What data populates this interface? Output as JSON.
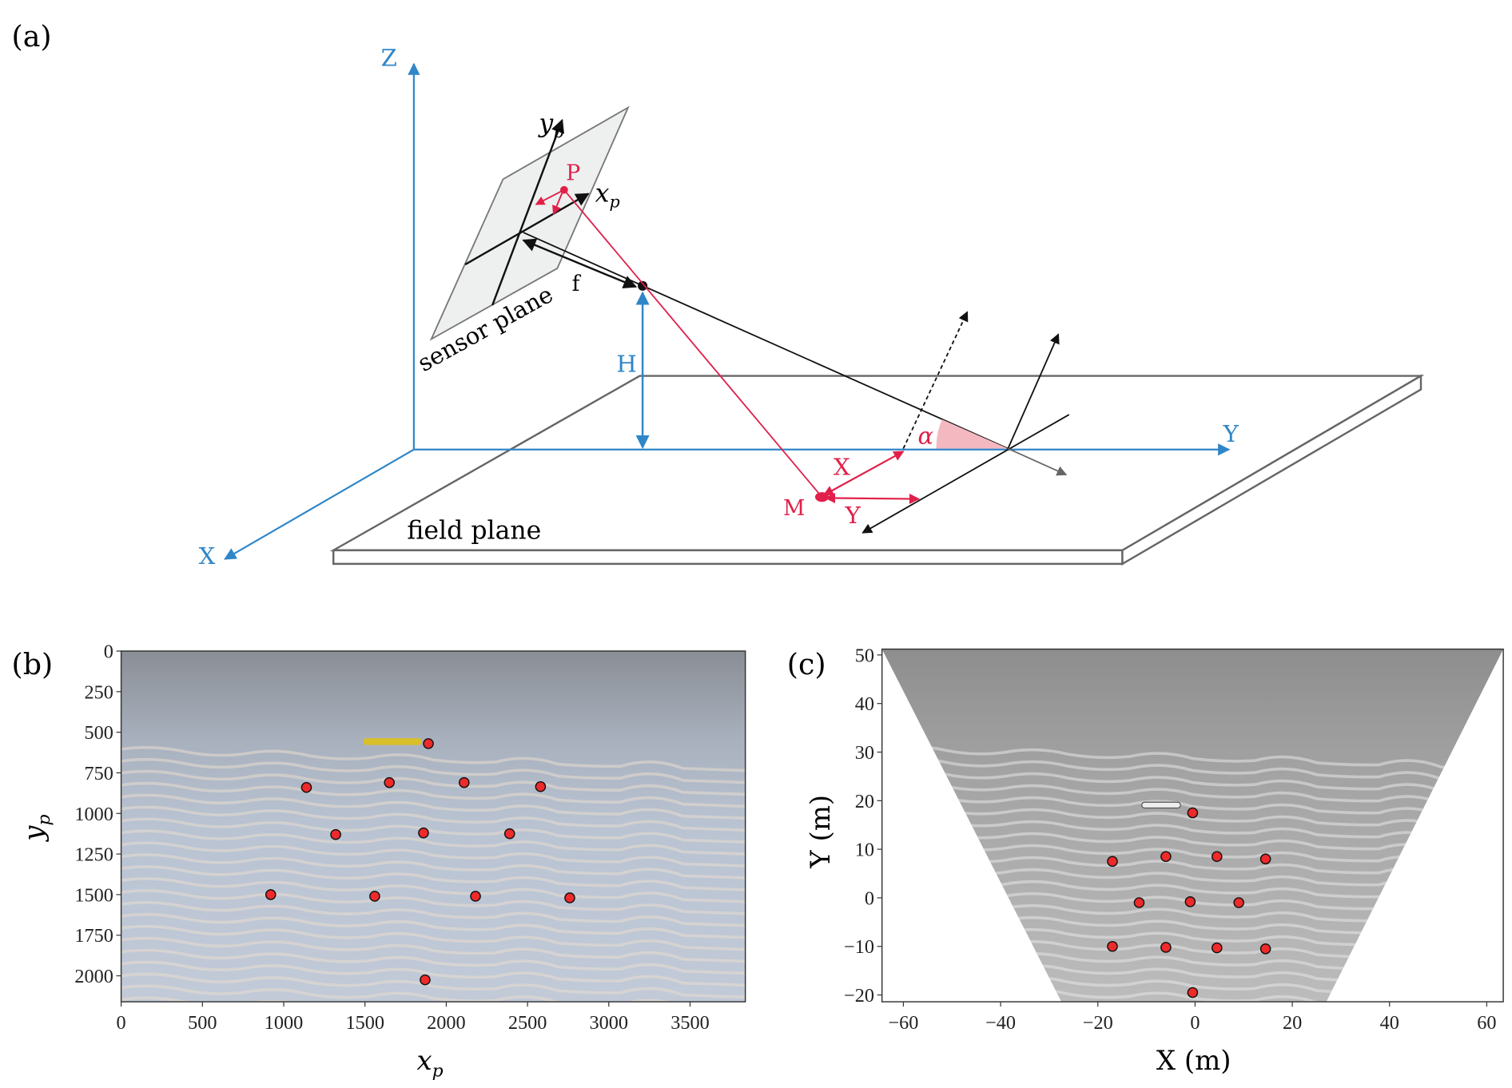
{
  "panel_a": {
    "label": "(a)",
    "axes": {
      "z": "Z",
      "x": "X",
      "y": "Y"
    },
    "yp": "y",
    "yp_sub": "p",
    "xp": "x",
    "xp_sub": "p",
    "point_p": "P",
    "point_m": "M",
    "focal": "f",
    "height": "H",
    "angle": "α",
    "local_x": "X",
    "local_y": "Y",
    "sensor_plane": "sensor plane",
    "field_plane": "field plane",
    "colors": {
      "world_axes": "#2f86c8",
      "projection": "#e0204a",
      "alpha_wedge": "#f4b8c0"
    }
  },
  "chart_data": [
    {
      "type": "scatter",
      "label": "(b)",
      "xlabel": "x",
      "xlabel_sub": "p",
      "ylabel": "y",
      "ylabel_sub": "p",
      "xlim": [
        0,
        3840
      ],
      "ylim": [
        2160,
        0
      ],
      "xticks": [
        0,
        500,
        1000,
        1500,
        2000,
        2500,
        3000,
        3500
      ],
      "yticks": [
        0,
        250,
        500,
        750,
        1000,
        1250,
        1500,
        1750,
        2000
      ],
      "marker_color": "#ee2a2a",
      "points": [
        [
          1140,
          840
        ],
        [
          1650,
          810
        ],
        [
          2110,
          810
        ],
        [
          2580,
          835
        ],
        [
          1890,
          570
        ],
        [
          1320,
          1130
        ],
        [
          1860,
          1120
        ],
        [
          2390,
          1125
        ],
        [
          920,
          1500
        ],
        [
          1560,
          1510
        ],
        [
          2180,
          1510
        ],
        [
          2760,
          1520
        ],
        [
          1870,
          2025
        ]
      ]
    },
    {
      "type": "scatter",
      "label": "(c)",
      "xlabel": "X (m)",
      "ylabel": "Y (m)",
      "xlim": [
        -64.4,
        63.4
      ],
      "ylim": [
        -21.4,
        51.2
      ],
      "xticks": [
        -60,
        -40,
        -20,
        0,
        20,
        40,
        60
      ],
      "yticks": [
        -20,
        -10,
        0,
        10,
        20,
        30,
        40,
        50
      ],
      "marker_color": "#ee2a2a",
      "footprint": [
        [
          -64.4,
          51.2
        ],
        [
          63.4,
          51.2
        ],
        [
          27,
          -21.4
        ],
        [
          -27.5,
          -21.4
        ]
      ],
      "points": [
        [
          -17,
          7.5
        ],
        [
          -6,
          8.5
        ],
        [
          4.5,
          8.5
        ],
        [
          14.5,
          8
        ],
        [
          -0.5,
          17.5
        ],
        [
          -11.5,
          -1
        ],
        [
          -1,
          -0.8
        ],
        [
          9,
          -1
        ],
        [
          -17,
          -10
        ],
        [
          -6,
          -10.2
        ],
        [
          4.5,
          -10.3
        ],
        [
          14.5,
          -10.5
        ],
        [
          -0.5,
          -19.5
        ]
      ]
    }
  ]
}
